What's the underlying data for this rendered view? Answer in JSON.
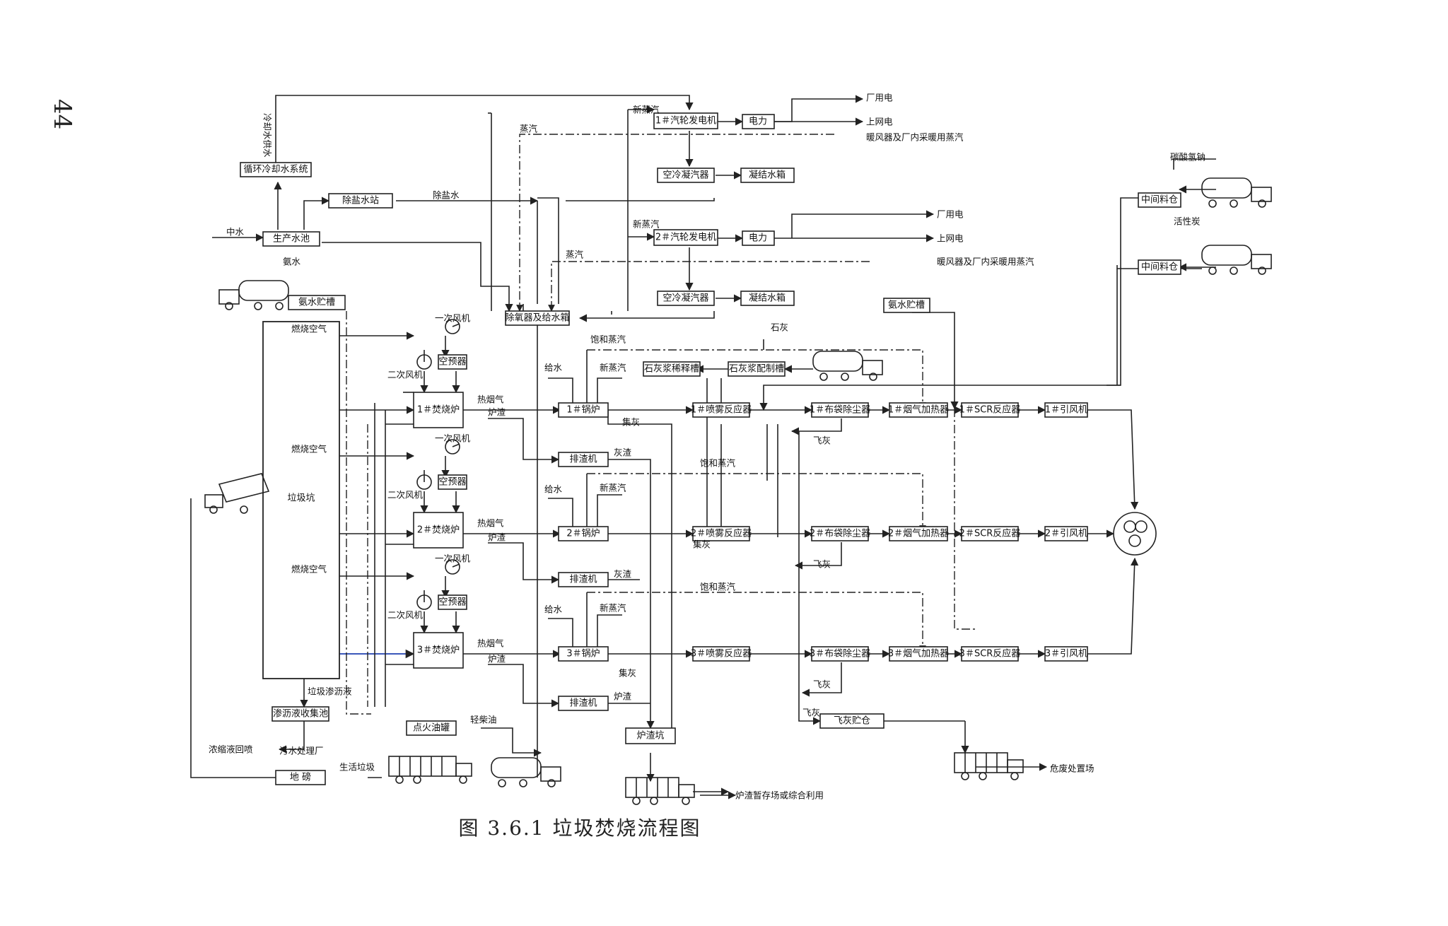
{
  "page_number": "44",
  "caption": "图 3.6.1   垃圾焚烧流程图",
  "boxes": {
    "circ_water": "循环冷却水系统",
    "prod_pool": "生产水池",
    "desalt_station": "除盐水站",
    "ammonia_tank_left": "氨水贮槽",
    "deaerator": "除氧器及给水箱",
    "tg1": "1＃汽轮发电机",
    "power1": "电力",
    "aircond1": "空冷凝汽器",
    "condtank1": "凝结水箱",
    "tg2": "2＃汽轮发电机",
    "power2": "电力",
    "aircond2": "空冷凝汽器",
    "condtank2": "凝结水箱",
    "mid_bin1": "中间料仓",
    "mid_bin2": "中间料仓",
    "ammonia_tank_right": "氨水贮槽",
    "lime_dilute": "石灰浆稀释槽",
    "lime_prep": "石灰浆配制槽",
    "preheater1": "空预器",
    "preheater2": "空预器",
    "preheater3": "空预器",
    "incin1": "1＃焚烧炉",
    "incin2": "2＃焚烧炉",
    "incin3": "3＃焚烧炉",
    "boiler1": "1＃锅炉",
    "boiler2": "2＃锅炉",
    "boiler3": "3＃锅炉",
    "slag_ext1": "排渣机",
    "slag_ext2": "排渣机",
    "slag_ext3": "排渣机",
    "spray1": "1＃喷雾反应器",
    "spray2": "2＃喷雾反应器",
    "spray3": "3＃喷雾反应器",
    "bag1": "1＃布袋除尘器",
    "bag2": "2＃布袋除尘器",
    "bag3": "3＃布袋除尘器",
    "heater1": "1＃烟气加热器",
    "heater2": "2＃烟气加热器",
    "heater3": "3＃烟气加热器",
    "scr1": "1＃SCR反应器",
    "scr2": "2＃SCR反应器",
    "scr3": "3＃SCR反应器",
    "fan1": "1＃引风机",
    "fan2": "2＃引风机",
    "fan3": "3＃引风机",
    "flyash_silo": "飞灰贮仓",
    "slag_pit": "炉渣坑",
    "ignition_oil": "点火油罐",
    "leachate_pool": "渗沥液收集池",
    "weighbridge": "地  磅",
    "waste_pit": "垃圾坑"
  },
  "labels": {
    "plant_power_1": "厂用电",
    "grid_1": "上网电",
    "heating_1": "暖风器及厂内采暖用蒸汽",
    "plant_power_2": "厂用电",
    "grid_2": "上网电",
    "heating_2": "暖风器及厂内采暖用蒸汽",
    "cooling_supply": "冷却水供水",
    "reclaimed_water": "中水",
    "ammonia_water": "氨水",
    "desalted_water": "除盐水",
    "steam_a": "蒸汽",
    "steam_b": "蒸汽",
    "new_steam_a": "新蒸汽",
    "new_steam_b": "新蒸汽",
    "sodium_bicarbonate": "碳酸氢钠",
    "activated_carbon": "活性炭",
    "lime": "石灰",
    "saturated_steam_1": "饱和蒸汽",
    "saturated_steam_2": "饱和蒸汽",
    "saturated_steam_3": "饱和蒸汽",
    "feed_water_1": "给水",
    "feed_water_2": "给水",
    "feed_water_3": "给水",
    "new_steam_1": "新蒸汽",
    "new_steam_2": "新蒸汽",
    "new_steam_3": "新蒸汽",
    "primary_fan_1": "一次风机",
    "primary_fan_2": "一次风机",
    "primary_fan_3": "一次风机",
    "secondary_fan_1": "二次风机",
    "secondary_fan_2": "二次风机",
    "secondary_fan_3": "二次风机",
    "combustion_air_1": "燃烧空气",
    "combustion_air_2": "燃烧空气",
    "combustion_air_3": "燃烧空气",
    "hot_flue_1": "热烟气",
    "hot_flue_2": "热烟气",
    "hot_flue_3": "热烟气",
    "slag_1": "炉渣",
    "slag_2": "炉渣",
    "slag_3": "炉渣",
    "slag_4": "炉渣",
    "ash_1": "灰渣",
    "ash_2": "灰渣",
    "collected_ash_1": "集灰",
    "collected_ash_2": "集灰",
    "collected_ash_3": "集灰",
    "fly_ash_1": "飞灰",
    "fly_ash_2": "飞灰",
    "fly_ash_3": "飞灰",
    "fly_ash_4": "飞灰",
    "leachate": "垃圾渗沥液",
    "concentrate_return": "浓缩液回喷",
    "sewage_plant": "污水处理厂",
    "domestic_waste": "生活垃圾",
    "light_diesel": "轻柴油",
    "slag_storage": "炉渣暂存场或综合利用",
    "hazardous_disposal": "危废处置场"
  },
  "icons": [
    "truck-icon",
    "tanker-icon",
    "dump-truck-icon",
    "fan-icon",
    "stack-icon"
  ]
}
